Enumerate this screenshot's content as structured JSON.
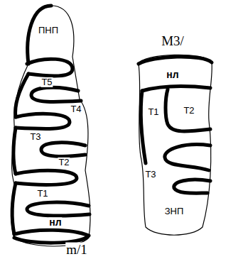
{
  "diagram": {
    "labels": [
      "ПНП",
      "Т5",
      "Т4",
      "Т3",
      "Т2",
      "Т1",
      "нл",
      "m/1",
      "М3/",
      "нл",
      "Т1",
      "Т2",
      "Т3",
      "ЗНП"
    ]
  }
}
